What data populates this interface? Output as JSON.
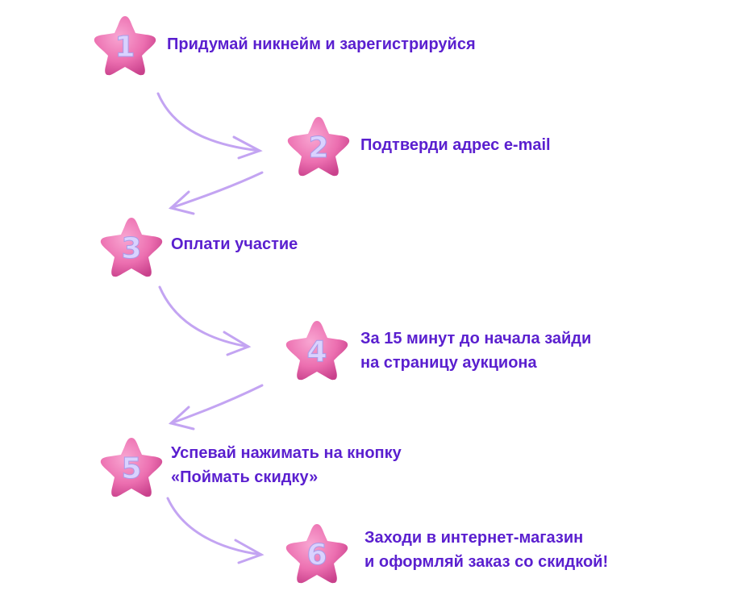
{
  "colors": {
    "text": "#5a1fcf",
    "star": "#ec6fb0",
    "number": "#d9d2ff",
    "arrow": "#c3a4f2"
  },
  "steps": [
    {
      "number": "1",
      "lines": [
        "Придумай никнейм и зарегистрируйся"
      ]
    },
    {
      "number": "2",
      "lines": [
        "Подтверди адрес e-mail"
      ]
    },
    {
      "number": "3",
      "lines": [
        "Оплати участие"
      ]
    },
    {
      "number": "4",
      "lines": [
        "За 15 минут до начала зайди",
        "на страницу аукциона"
      ]
    },
    {
      "number": "5",
      "lines": [
        "Успевай нажимать на кнопку",
        "«Поймать скидку»"
      ]
    },
    {
      "number": "6",
      "lines": [
        "Заходи в интернет-магазин",
        "и оформляй заказ со скидкой!"
      ]
    }
  ]
}
